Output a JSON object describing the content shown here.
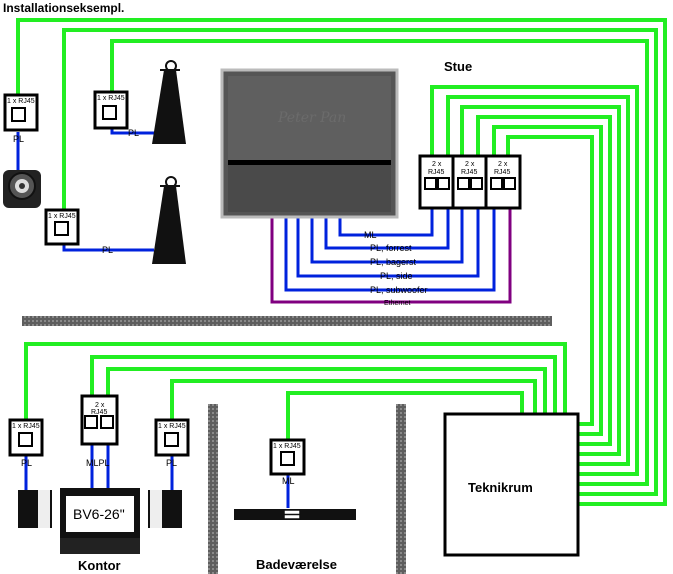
{
  "title": "Installationseksempl.",
  "rooms": {
    "stue": "Stue",
    "kontor": "Kontor",
    "badevaerelse": "Badeværelse",
    "teknikrum": "Teknikrum"
  },
  "tv": {
    "signature": "Peter Pan",
    "screen_label": "BV6-26\""
  },
  "outlets": {
    "single": "1 x RJ45",
    "double_line1": "2 x",
    "double_line2": "RJ45"
  },
  "cable_labels": {
    "pl": "PL",
    "ml": "ML",
    "ml_pl": "MLPL",
    "pl_forrest": "PL, forrest",
    "pl_bagerst": "PL, bagerst",
    "pl_side": "PL, side",
    "pl_subwoofer": "PL, subwoofer",
    "ethernet": "Ethernet"
  },
  "colors": {
    "green": "#22ee22",
    "blue": "#0022dd",
    "purple": "#800080",
    "tv_gray": "#5a5a5a",
    "wall": "#6a6a6a"
  }
}
